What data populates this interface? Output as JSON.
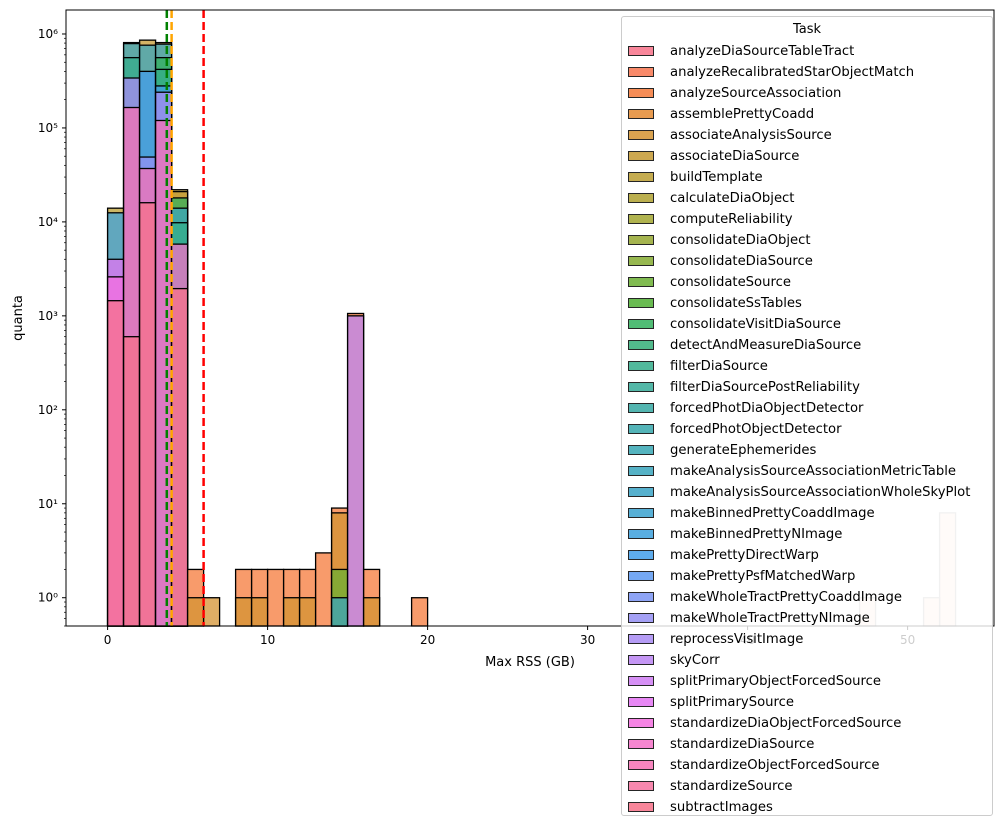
{
  "chart_data": {
    "type": "bar",
    "subtype": "stacked-histogram",
    "xlabel": "Max RSS (GB)",
    "ylabel": "quanta",
    "yscale": "log",
    "ylim": [
      0.5,
      1800000
    ],
    "xlim": [
      -2.6,
      55.4
    ],
    "bin_width": 1.0,
    "x_ticks": [
      0,
      10,
      20,
      30,
      40,
      50
    ],
    "x_tick_labels": [
      "0",
      "10",
      "20",
      "30",
      "40",
      "50"
    ],
    "y_ticks": [
      1,
      10,
      100,
      1000,
      10000,
      100000,
      1000000
    ],
    "y_tick_labels": [
      "10⁰",
      "10¹",
      "10²",
      "10³",
      "10⁴",
      "10⁵",
      "10⁶"
    ],
    "vlines": [
      {
        "x": 3.7,
        "color": "#008000",
        "style": "dashed"
      },
      {
        "x": 4.0,
        "color": "#ffa500",
        "style": "dashed"
      },
      {
        "x": 6.0,
        "color": "#ff0000",
        "style": "dashed"
      }
    ],
    "legend": {
      "title": "Task",
      "location": "right"
    },
    "series": [
      {
        "name": "analyzeDiaSourceTableTract",
        "color": "#f77189"
      },
      {
        "name": "analyzeRecalibratedStarObjectMatch",
        "color": "#f7754f"
      },
      {
        "name": "analyzeSourceAssociation",
        "color": "#f57a3a"
      },
      {
        "name": "assemblePrettyCoadd",
        "color": "#e58a32"
      },
      {
        "name": "associateAnalysisSource",
        "color": "#d49332"
      },
      {
        "name": "associateDiaSource",
        "color": "#c59a32"
      },
      {
        "name": "buildTemplate",
        "color": "#bb9e32"
      },
      {
        "name": "calculateDiaObject",
        "color": "#b0a231"
      },
      {
        "name": "computeReliability",
        "color": "#a3a631"
      },
      {
        "name": "consolidateDiaObject",
        "color": "#96a831"
      },
      {
        "name": "consolidateDiaSource",
        "color": "#85ac32"
      },
      {
        "name": "consolidateSource",
        "color": "#6ab032"
      },
      {
        "name": "consolidateSsTables",
        "color": "#4fb033"
      },
      {
        "name": "consolidateVisitDiaSource",
        "color": "#33b15d"
      },
      {
        "name": "detectAndMeasureDiaSource",
        "color": "#34ae79"
      },
      {
        "name": "filterDiaSource",
        "color": "#35ad8b"
      },
      {
        "name": "filterDiaSourcePostReliability",
        "color": "#36ab98"
      },
      {
        "name": "forcedPhotDiaObjectDetector",
        "color": "#36a9a3"
      },
      {
        "name": "forcedPhotObjectDetector",
        "color": "#37a8ac"
      },
      {
        "name": "generateEphemerides",
        "color": "#38a7b5"
      },
      {
        "name": "makeAnalysisSourceAssociationMetricTable",
        "color": "#39a5bd"
      },
      {
        "name": "makeAnalysisSourceAssociationWholeSkyPlot",
        "color": "#3aa4c6"
      },
      {
        "name": "makeBinnedPrettyCoaddImage",
        "color": "#3ba3d0"
      },
      {
        "name": "makeBinnedPrettyNImage",
        "color": "#3da1dc"
      },
      {
        "name": "makePrettyDirectWarp",
        "color": "#439ee9"
      },
      {
        "name": "makePrettyPsfMatchedWarp",
        "color": "#5d9af2"
      },
      {
        "name": "makeWholeTractPrettyCoaddImage",
        "color": "#7b95f4"
      },
      {
        "name": "makeWholeTractPrettyNImage",
        "color": "#9590f4"
      },
      {
        "name": "reprocessVisitImage",
        "color": "#a98bf4"
      },
      {
        "name": "skyCorr",
        "color": "#bb85f4"
      },
      {
        "name": "splitPrimaryObjectForcedSource",
        "color": "#cf7df4"
      },
      {
        "name": "splitPrimarySource",
        "color": "#e474f4"
      },
      {
        "name": "standardizeDiaObjectForcedSource",
        "color": "#f46fe0"
      },
      {
        "name": "standardizeDiaSource",
        "color": "#f571c8"
      },
      {
        "name": "standardizeObjectForcedSource",
        "color": "#f672b4"
      },
      {
        "name": "standardizeSource",
        "color": "#f674a0"
      },
      {
        "name": "subtractImages",
        "color": "#f77189"
      }
    ],
    "stacks": [
      {
        "x": 0,
        "segments": [
          {
            "series": "subtractImages",
            "top": 1450
          },
          {
            "series": "standardizeDiaObjectForcedSource",
            "top": 2600
          },
          {
            "series": "splitPrimarySource",
            "top": 4000
          },
          {
            "series": "makeBinnedPrettyNImage",
            "top": 12500
          },
          {
            "series": "buildTemplate",
            "top": 14000
          }
        ]
      },
      {
        "x": 1,
        "segments": [
          {
            "series": "subtractImages",
            "top": 600
          },
          {
            "series": "standardizeObjectForcedSource",
            "top": 165000
          },
          {
            "series": "reprocessVisitImage",
            "top": 340000
          },
          {
            "series": "filterDiaSource",
            "top": 560000
          },
          {
            "series": "makeAnalysisSourceAssociationMetricTable",
            "top": 790000
          },
          {
            "series": "associateDiaSource",
            "top": 810000
          }
        ]
      },
      {
        "x": 2,
        "segments": [
          {
            "series": "subtractImages",
            "top": 16000
          },
          {
            "series": "standardizeObjectForcedSource",
            "top": 37000
          },
          {
            "series": "makeWholeTractPrettyNImage",
            "top": 49000
          },
          {
            "series": "makePrettyDirectWarp",
            "top": 400000
          },
          {
            "series": "makeAnalysisSourceAssociationMetricTable",
            "top": 760000
          },
          {
            "series": "associateDiaSource",
            "top": 860000
          }
        ]
      },
      {
        "x": 3,
        "segments": [
          {
            "series": "standardizeObjectForcedSource",
            "top": 120000
          },
          {
            "series": "reprocessVisitImage",
            "top": 240000
          },
          {
            "series": "makePrettyDirectWarp",
            "top": 280000
          },
          {
            "series": "filterDiaSource",
            "top": 420000
          },
          {
            "series": "consolidateVisitDiaSource",
            "top": 560000
          },
          {
            "series": "makeAnalysisSourceAssociationMetricTable",
            "top": 780000
          },
          {
            "series": "associateDiaSource",
            "top": 810000
          }
        ]
      },
      {
        "x": 4,
        "segments": [
          {
            "series": "subtractImages",
            "top": 1950
          },
          {
            "series": "standardizeDiaSource",
            "top": 5800
          },
          {
            "series": "filterDiaSource",
            "top": 9800
          },
          {
            "series": "makeAnalysisSourceAssociationMetricTable",
            "top": 14000
          },
          {
            "series": "consolidateVisitDiaSource",
            "top": 18000
          },
          {
            "series": "associateDiaSource",
            "top": 21000
          },
          {
            "series": "buildTemplate",
            "top": 22000
          }
        ]
      },
      {
        "x": 5,
        "segments": [
          {
            "series": "associateAnalysisSource",
            "top": 1
          },
          {
            "series": "analyzeSourceAssociation",
            "top": 2
          }
        ]
      },
      {
        "x": 6,
        "segments": [
          {
            "series": "associateAnalysisSource",
            "top": 1
          }
        ]
      },
      {
        "x": 8,
        "segments": [
          {
            "series": "associateAnalysisSource",
            "top": 1
          },
          {
            "series": "analyzeSourceAssociation",
            "top": 2
          }
        ]
      },
      {
        "x": 9,
        "segments": [
          {
            "series": "associateAnalysisSource",
            "top": 1
          },
          {
            "series": "analyzeSourceAssociation",
            "top": 2
          }
        ]
      },
      {
        "x": 10,
        "segments": [
          {
            "series": "analyzeSourceAssociation",
            "top": 2
          }
        ]
      },
      {
        "x": 11,
        "segments": [
          {
            "series": "associateAnalysisSource",
            "top": 1
          },
          {
            "series": "analyzeSourceAssociation",
            "top": 2
          }
        ]
      },
      {
        "x": 12,
        "segments": [
          {
            "series": "associateAnalysisSource",
            "top": 1
          },
          {
            "series": "analyzeSourceAssociation",
            "top": 2
          }
        ]
      },
      {
        "x": 13,
        "segments": [
          {
            "series": "analyzeSourceAssociation",
            "top": 3
          }
        ]
      },
      {
        "x": 14,
        "segments": [
          {
            "series": "makeAnalysisSourceAssociationMetricTable",
            "top": 1
          },
          {
            "series": "consolidateSource",
            "top": 2
          },
          {
            "series": "associateAnalysisSource",
            "top": 8
          },
          {
            "series": "analyzeSourceAssociation",
            "top": 9
          }
        ]
      },
      {
        "x": 15,
        "segments": [
          {
            "series": "skyCorr",
            "top": 1000
          },
          {
            "series": "analyzeSourceAssociation",
            "top": 1060
          }
        ]
      },
      {
        "x": 16,
        "segments": [
          {
            "series": "associateAnalysisSource",
            "top": 1
          },
          {
            "series": "analyzeSourceAssociation",
            "top": 2
          }
        ]
      },
      {
        "x": 19,
        "segments": [
          {
            "series": "analyzeSourceAssociation",
            "top": 1
          }
        ]
      },
      {
        "x": 47,
        "segments": [
          {
            "series": "analyzeSourceAssociation",
            "top": 1
          }
        ]
      },
      {
        "x": 51,
        "segments": [
          {
            "series": "analyzeSourceAssociation",
            "top": 1
          }
        ]
      },
      {
        "x": 52,
        "segments": [
          {
            "series": "analyzeSourceAssociation",
            "top": 8
          }
        ]
      }
    ]
  }
}
